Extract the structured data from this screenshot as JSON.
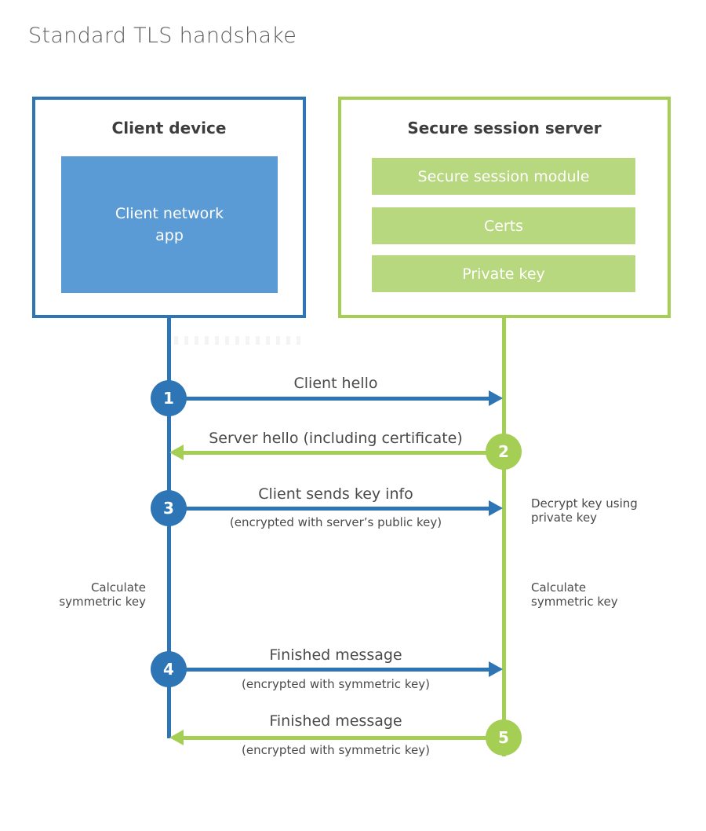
{
  "title": "Standard TLS handshake",
  "colors": {
    "blue": "#2e75b6",
    "blue_fill": "#5b9bd5",
    "green": "#a4cf54",
    "green_fill": "#b7d87e",
    "text_dark": "#3d3d3d",
    "text_gray": "#4a4a4a",
    "title_gray": "#595a5c"
  },
  "client": {
    "title": "Client device",
    "app": "Client network\napp"
  },
  "server": {
    "title": "Secure session server",
    "modules": [
      "Secure session module",
      "Certs",
      "Private key"
    ]
  },
  "steps": [
    {
      "num": "1",
      "label": "Client hello",
      "direction": "client-to-server"
    },
    {
      "num": "2",
      "label": "Server hello (including certificate)",
      "direction": "server-to-client"
    },
    {
      "num": "3",
      "label": "Client sends key info",
      "sublabel": "(encrypted with server’s public key)",
      "direction": "client-to-server"
    },
    {
      "num": "4",
      "label": "Finished message",
      "sublabel": "(encrypted with symmetric key)",
      "direction": "client-to-server"
    },
    {
      "num": "5",
      "label": "Finished message",
      "sublabel": "(encrypted with symmetric key)",
      "direction": "server-to-client"
    }
  ],
  "notes": {
    "decrypt": "Decrypt key using\nprivate key",
    "calc_left": "Calculate\nsymmetric key",
    "calc_right": "Calculate\nsymmetric key"
  }
}
